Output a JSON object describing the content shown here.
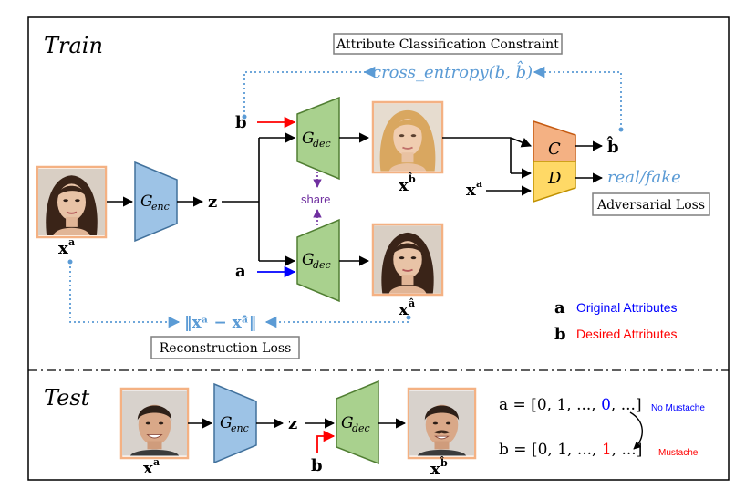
{
  "sections": {
    "train_label": "Train",
    "test_label": "Test"
  },
  "symbols": {
    "x_a": "x",
    "x_a_sup": "a",
    "x_b_hat": "x",
    "x_b_hat_sup": "b̂",
    "x_a_hat": "x",
    "x_a_hat_sup": "â",
    "z": "z",
    "a": "a",
    "b": "b",
    "b_hat": "b̂",
    "g_enc": "G",
    "g_enc_sub": "enc",
    "g_dec": "G",
    "g_dec_sub": "dec",
    "classifier": "C",
    "discriminator": "D"
  },
  "labels": {
    "attr_constraint": "Attribute Classification Constraint",
    "cross_entropy": "cross_entropy(b, b̂)",
    "real_fake": "real/fake",
    "adversarial_loss": "Adversarial Loss",
    "reconstruction_loss": "Reconstruction Loss",
    "recon_formula": "‖xᵃ − xᵃ̂‖",
    "share": "share",
    "legend_a": "Original Attributes",
    "legend_b": "Desired Attributes"
  },
  "test": {
    "a_vector_prefix": "a = [0, 1, ..., ",
    "a_vector_highlight": "0",
    "a_vector_suffix": ", ...]",
    "b_vector_prefix": "b = [0, 1, ..., ",
    "b_vector_highlight": "1",
    "b_vector_suffix": ", ...]",
    "no_mustache": "No Mustache",
    "mustache": "Mustache"
  },
  "colors": {
    "encoder_fill": "#9dc3e6",
    "decoder_fill": "#a9d18e",
    "classifier_fill": "#f4b183",
    "discriminator_fill": "#ffd966",
    "loss_blue": "#5b9bd5",
    "share_purple": "#7030a0",
    "original_blue": "#0000ff",
    "desired_red": "#ff0000",
    "photo_border": "#f4b183"
  },
  "icons": [
    "female-face-photo",
    "male-face-photo"
  ]
}
